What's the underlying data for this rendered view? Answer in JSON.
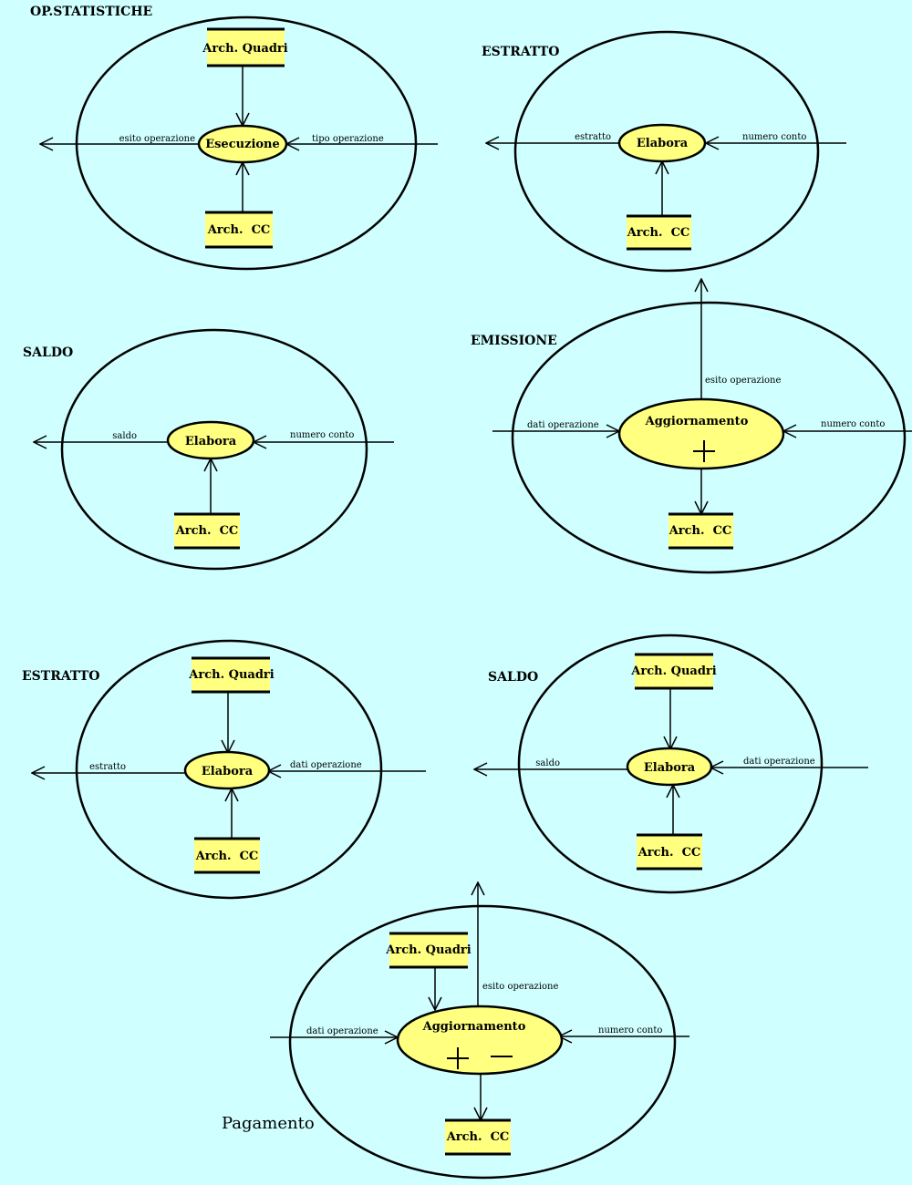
{
  "colors": {
    "background": "#cfffff",
    "process_fill": "#ffff80",
    "stroke": "#000000"
  },
  "diagrams": [
    {
      "title": "OP.STATISTICHE",
      "process": "Esecuzione",
      "stores": [
        "Arch. Quadri",
        "Arch.  CC"
      ],
      "flows": {
        "left": "esito operazione",
        "right": "tipo operazione"
      }
    },
    {
      "title": "ESTRATTO",
      "process": "Elabora",
      "stores": [
        "Arch.  CC"
      ],
      "flows": {
        "left": "estratto",
        "right": "numero conto"
      }
    },
    {
      "title": "SALDO",
      "process": "Elabora",
      "stores": [
        "Arch.  CC"
      ],
      "flows": {
        "left": "saldo",
        "right": "numero conto"
      }
    },
    {
      "title": "EMISSIONE",
      "process": "Aggiornamento",
      "symbols": [
        "plus"
      ],
      "stores": [
        "Arch.  CC"
      ],
      "flows": {
        "left": "dati operazione",
        "right": "numero conto",
        "up": "esito operazione"
      }
    },
    {
      "title": "ESTRATTO",
      "process": "Elabora",
      "stores": [
        "Arch. Quadri",
        "Arch.  CC"
      ],
      "flows": {
        "left": "estratto",
        "right": "dati operazione"
      }
    },
    {
      "title": "SALDO",
      "process": "Elabora",
      "stores": [
        "Arch. Quadri",
        "Arch.  CC"
      ],
      "flows": {
        "left": "saldo",
        "right": "dati operazione"
      }
    },
    {
      "title": "Pagamento",
      "process": "Aggiornamento",
      "symbols": [
        "plus",
        "minus"
      ],
      "stores": [
        "Arch. Quadri",
        "Arch.  CC"
      ],
      "flows": {
        "left": "dati operazione",
        "right": "numero conto",
        "up": "esito operazione"
      }
    }
  ]
}
